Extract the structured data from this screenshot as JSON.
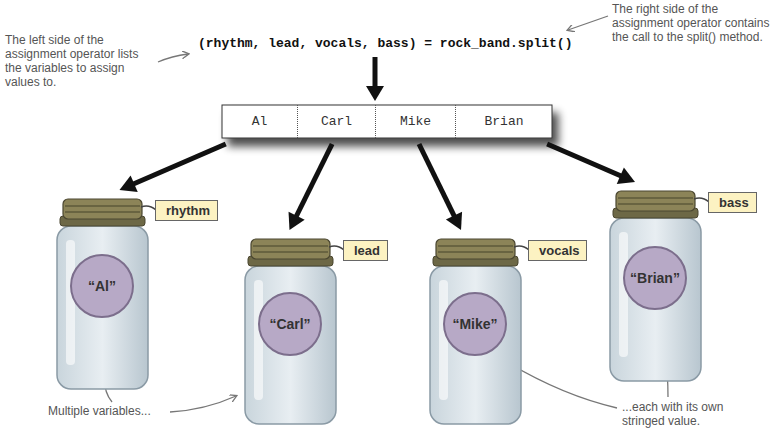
{
  "diagram": {
    "nodes": [
      {
        "text": [
          "Al"
        ]
      },
      {
        "text": [
          "Carl"
        ]
      },
      {
        "text": [
          "Mike"
        ]
      },
      {
        "text": [
          "Brian"
        ]
      },
      {
        "text": [
          "rhythm",
          "“Al”"
        ]
      },
      {
        "text": [
          "lead",
          "“Carl”"
        ]
      },
      {
        "text": [
          "vocals",
          "“Mike”"
        ]
      },
      {
        "text": [
          "bass",
          "“Brian”"
        ]
      }
    ],
    "edges": [
      {
        "from": 0,
        "to": 4,
        "arrow": "to"
      },
      {
        "from": 1,
        "to": 5,
        "arrow": "to"
      },
      {
        "from": 2,
        "to": 6,
        "arrow": "to"
      },
      {
        "from": 3,
        "to": 7,
        "arrow": "to"
      }
    ],
    "labels": [
      "(rhythm, lead, vocals, bass) = rock_band.split()",
      "The left side of the assignment operator lists the variables to assign values to.",
      "The right side of the assignment operator contains the call to the split() method.",
      "Multiple variables...",
      "...each with its own stringed value."
    ]
  }
}
